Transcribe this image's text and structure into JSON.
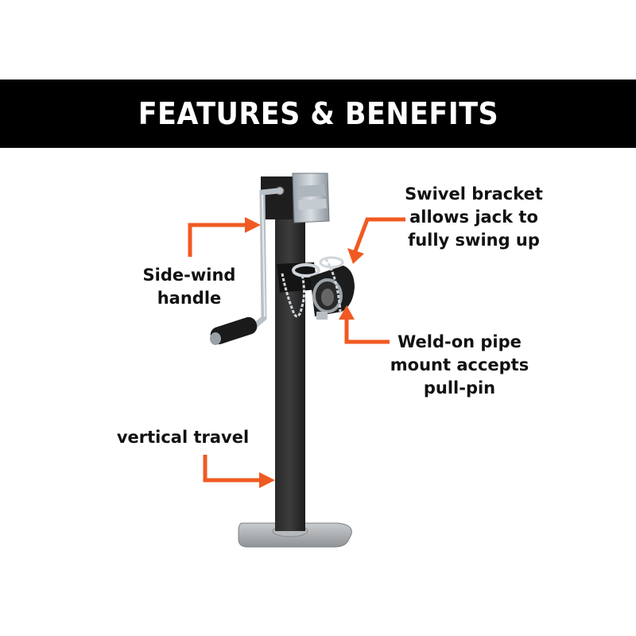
{
  "banner": {
    "title": "FEATURES & BENEFITS"
  },
  "callouts": {
    "swivel": {
      "lines": [
        "Swivel bracket",
        "allows jack to",
        "fully swing up"
      ]
    },
    "handle": {
      "lines": [
        "Side-wind",
        "handle"
      ]
    },
    "pipe_mount": {
      "lines": [
        "Weld-on pipe",
        "mount accepts",
        "pull-pin"
      ]
    },
    "travel": {
      "lines": [
        "vertical travel"
      ]
    }
  },
  "colors": {
    "accent": "#F05A22",
    "banner_bg": "#000000",
    "banner_text": "#FFFFFF",
    "text": "#111111"
  },
  "product": {
    "name": "trailer-jack-icon"
  }
}
